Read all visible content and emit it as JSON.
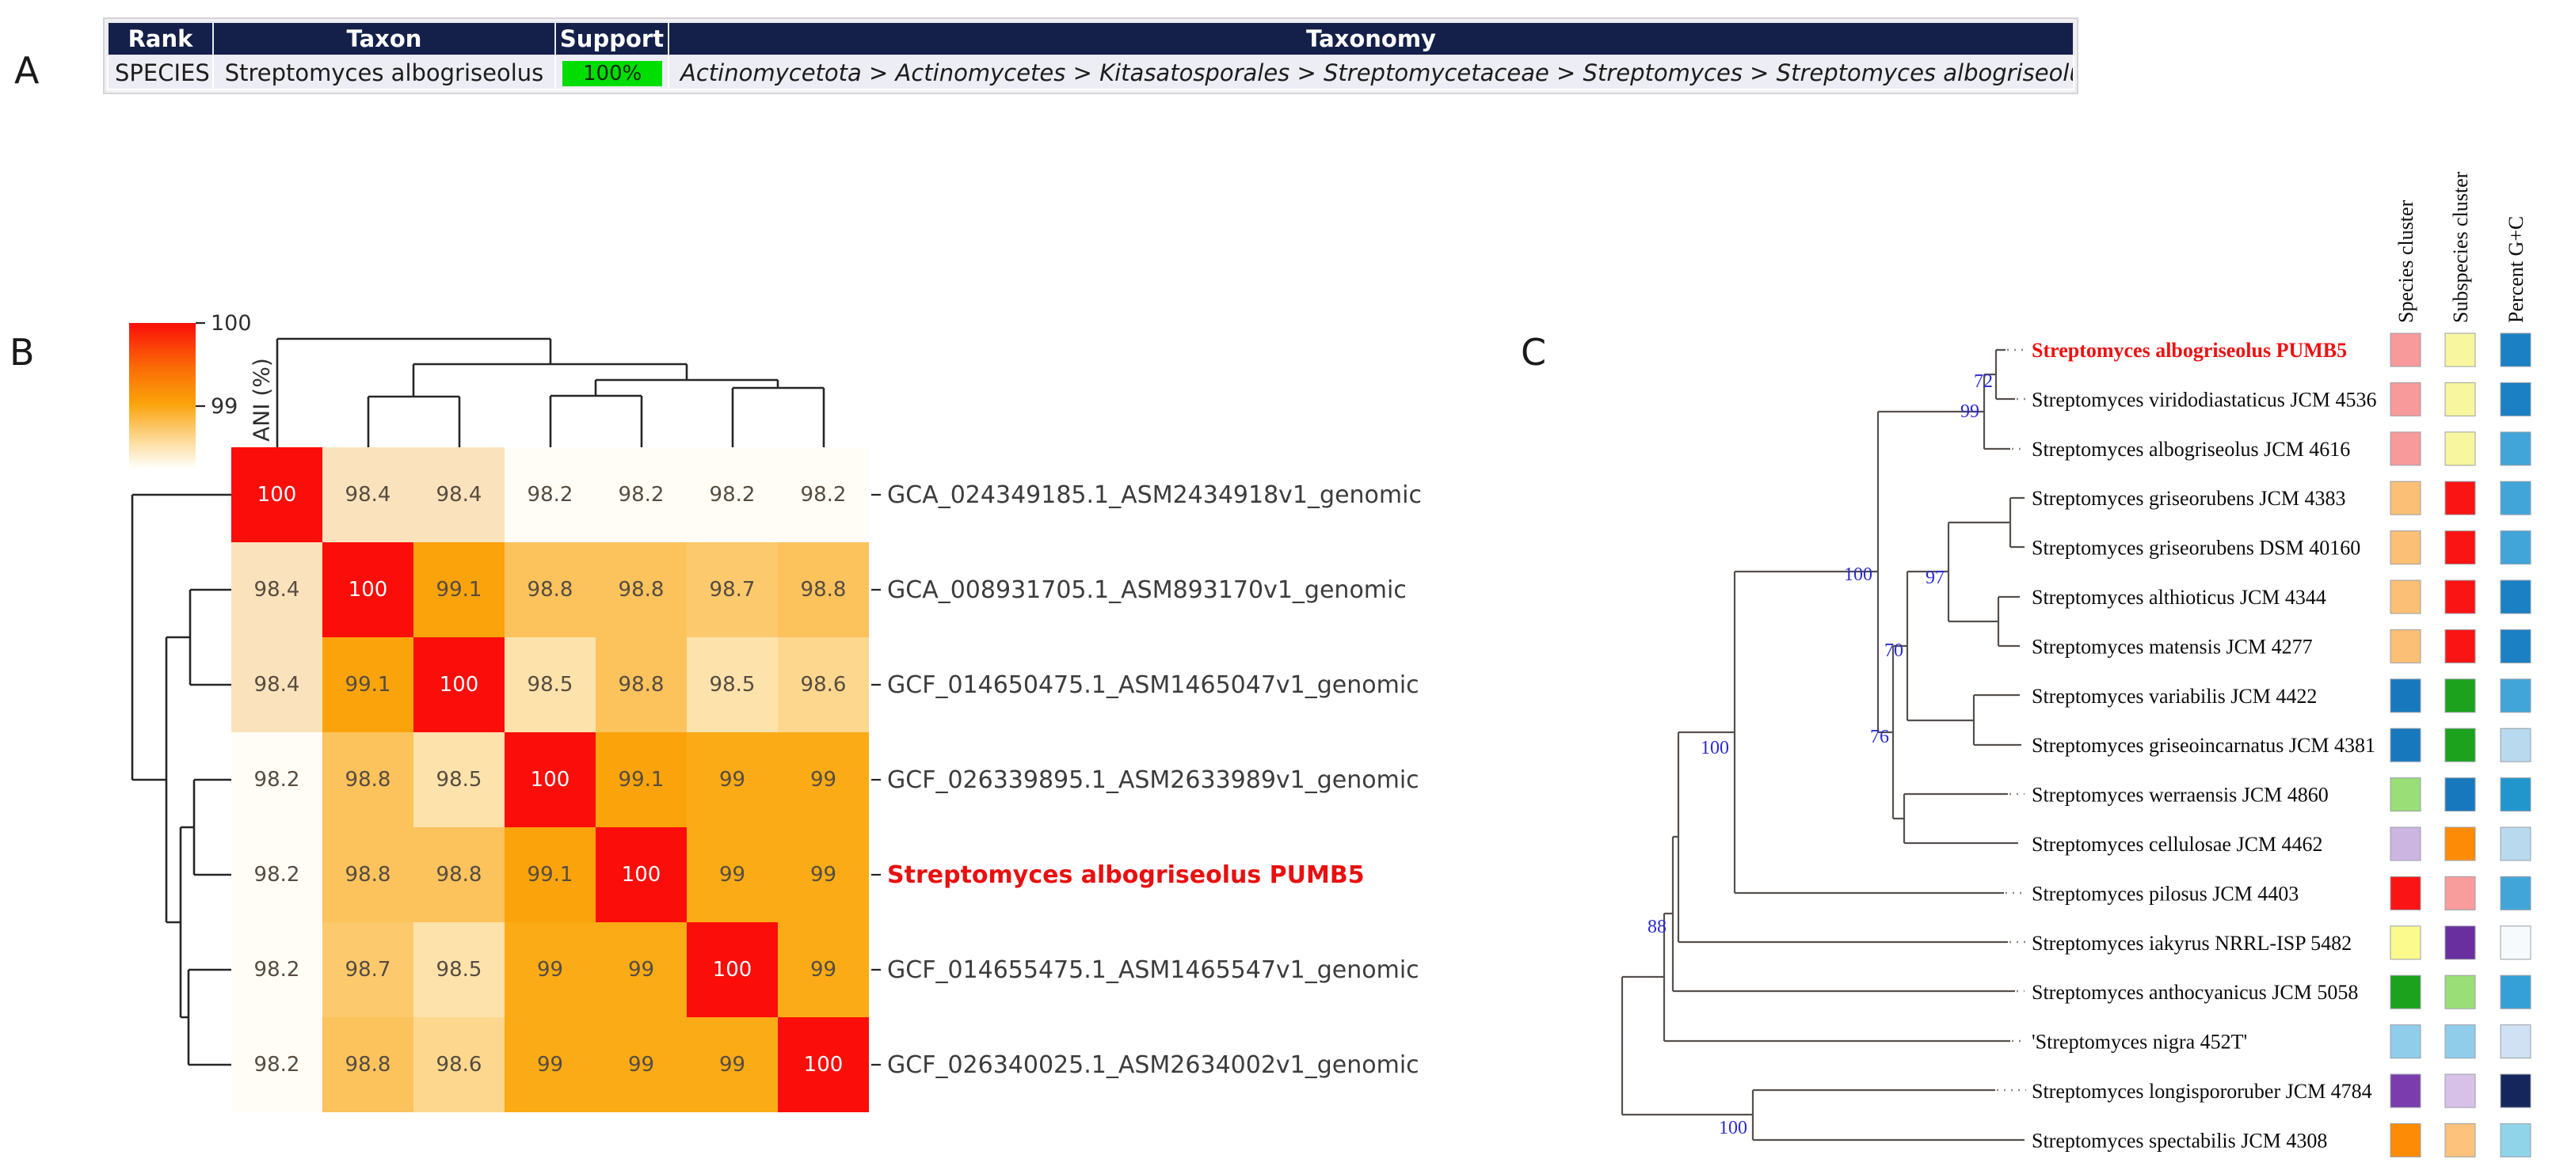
{
  "panel_labels": {
    "a": "A",
    "b": "B",
    "c": "C"
  },
  "classification_table": {
    "headers": [
      "Rank",
      "Taxon",
      "Support",
      "Taxonomy"
    ],
    "row": {
      "rank": "SPECIES",
      "taxon": "Streptomyces albogriseolus",
      "support": "100%",
      "support_color": "#00dd00",
      "taxonomy": "Actinomycetota > Actinomycetes > Kitasatosporales > Streptomycetaceae > Streptomyces > Streptomyces albogriseolus"
    }
  },
  "chart_data": [
    {
      "id": "ani_heatmap",
      "type": "heatmap",
      "colorbar_label": "ANI (%)",
      "colorbar_ticks": [
        "100",
        "99"
      ],
      "rows": [
        "GCA_024349185.1_ASM2434918v1_genomic",
        "GCA_008931705.1_ASM893170v1_genomic",
        "GCF_014650475.1_ASM1465047v1_genomic",
        "GCF_026339895.1_ASM2633989v1_genomic",
        "Streptomyces albogriseolus PUMB5",
        "GCF_014655475.1_ASM1465547v1_genomic",
        "GCF_026340025.1_ASM2634002v1_genomic"
      ],
      "columns_same_as_rows": true,
      "highlighted_row_index": 4,
      "matrix": [
        [
          100,
          98.4,
          98.4,
          98.2,
          98.2,
          98.2,
          98.2
        ],
        [
          98.4,
          100,
          99.1,
          98.8,
          98.8,
          98.7,
          98.8
        ],
        [
          98.4,
          99.1,
          100,
          98.5,
          98.8,
          98.5,
          98.6
        ],
        [
          98.2,
          98.8,
          98.5,
          100,
          99.1,
          99,
          99
        ],
        [
          98.2,
          98.8,
          98.8,
          99.1,
          100,
          99,
          99
        ],
        [
          98.2,
          98.7,
          98.5,
          99,
          99,
          100,
          99
        ],
        [
          98.2,
          98.8,
          98.6,
          99,
          99,
          99,
          100
        ]
      ],
      "value_colors": {
        "100": "#fb0d09",
        "99.1": "#fba30a",
        "99": "#fbab16",
        "98.8": "#fcc25c",
        "98.7": "#fcc96c",
        "98.6": "#fdd78d",
        "98.5": "#fde2ab",
        "98.4": "#fae3bc",
        "98.2": "#fffdf6"
      }
    },
    {
      "id": "phylogenetic_tree",
      "type": "table",
      "column_headers": [
        "Species cluster",
        "Subspecies cluster",
        "Percent G+C"
      ],
      "support_values": [
        "72",
        "99",
        "100",
        "97",
        "70",
        "76",
        "100",
        "88",
        "100"
      ],
      "newick": "(((((((('Streptomyces albogriseolus PUMB5','Streptomyces viridodiastaticus JCM 4536')72,'Streptomyces albogriseolus JCM 4616')99,(((('Streptomyces griseorubens JCM 4383','Streptomyces griseorubens DSM 40160'),('Streptomyces althioticus JCM 4344','Streptomyces matensis JCM 4277'))97,('Streptomyces variabilis JCM 4422','Streptomyces griseoincarnatus JCM 4381'))70,('Streptomyces werraensis JCM 4860','Streptomyces cellulosae JCM 4462'))76)100,'Streptomyces pilosus JCM 4403')100,'Streptomyces iakyrus NRRL-ISP 5482'),'Streptomyces anthocyanicus JCM 5058')88,'Streptomyces nigra 452T'),('Streptomyces longispororuber JCM 4784','Streptomyces spectabilis JCM 4308')100);",
      "tips": [
        {
          "name": "Streptomyces albogriseolus PUMB5",
          "highlight": true,
          "colors": [
            "#f8999b",
            "#f8f79f",
            "#1b80c4"
          ]
        },
        {
          "name": "Streptomyces viridodiastaticus JCM 4536",
          "highlight": false,
          "colors": [
            "#f8999b",
            "#f8f79f",
            "#1b80c4"
          ]
        },
        {
          "name": "Streptomyces albogriseolus JCM 4616",
          "highlight": false,
          "colors": [
            "#f8999b",
            "#f8f79f",
            "#42a5d9"
          ]
        },
        {
          "name": "Streptomyces griseorubens JCM 4383",
          "highlight": false,
          "colors": [
            "#fbbf75",
            "#fa1414",
            "#42a5d9"
          ]
        },
        {
          "name": "Streptomyces griseorubens DSM 40160",
          "highlight": false,
          "colors": [
            "#fbbf75",
            "#fa1414",
            "#42a5d9"
          ]
        },
        {
          "name": "Streptomyces althioticus JCM 4344",
          "highlight": false,
          "colors": [
            "#fbbf75",
            "#fa1414",
            "#1b80c4"
          ]
        },
        {
          "name": "Streptomyces matensis JCM 4277",
          "highlight": false,
          "colors": [
            "#fbbf75",
            "#fa1414",
            "#1b80c4"
          ]
        },
        {
          "name": "Streptomyces variabilis JCM 4422",
          "highlight": false,
          "colors": [
            "#1878be",
            "#1ca21c",
            "#42a5d9"
          ]
        },
        {
          "name": "Streptomyces griseoincarnatus JCM 4381",
          "highlight": false,
          "colors": [
            "#1878be",
            "#1ca21c",
            "#b8d9ee"
          ]
        },
        {
          "name": "Streptomyces werraensis JCM 4860",
          "highlight": false,
          "colors": [
            "#9ade77",
            "#1878be",
            "#2196cd"
          ]
        },
        {
          "name": "Streptomyces cellulosae JCM 4462",
          "highlight": false,
          "colors": [
            "#cdb5e2",
            "#fe8b05",
            "#b8d9ee"
          ]
        },
        {
          "name": "Streptomyces pilosus JCM 4403",
          "highlight": false,
          "colors": [
            "#fa1414",
            "#f99c9c",
            "#42a5d9"
          ]
        },
        {
          "name": "Streptomyces iakyrus NRRL-ISP 5482",
          "highlight": false,
          "colors": [
            "#fbfa8d",
            "#6a2f9f",
            "#f7fafd"
          ]
        },
        {
          "name": "Streptomyces anthocyanicus JCM 5058",
          "highlight": false,
          "colors": [
            "#1ca21c",
            "#9ade77",
            "#35a0d5"
          ]
        },
        {
          "name": "'Streptomyces nigra 452T'",
          "highlight": false,
          "colors": [
            "#90cdea",
            "#90cdea",
            "#cfe1f3"
          ]
        },
        {
          "name": "Streptomyces longispororuber JCM 4784",
          "highlight": false,
          "colors": [
            "#7b3dab",
            "#d8c1e8",
            "#15265c"
          ]
        },
        {
          "name": "Streptomyces spectabilis JCM 4308",
          "highlight": false,
          "colors": [
            "#fe8b05",
            "#fdc27b",
            "#8fd4e8"
          ]
        }
      ]
    }
  ]
}
